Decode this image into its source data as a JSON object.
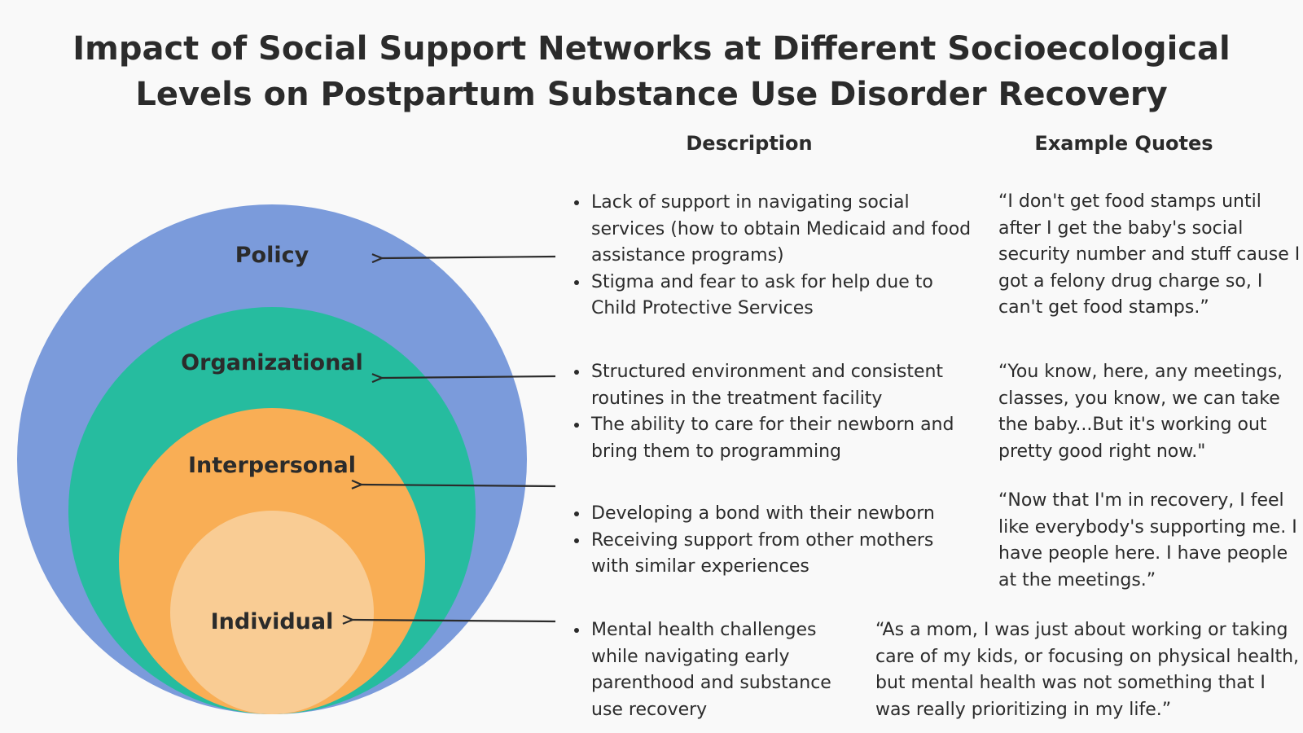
{
  "title_line1": "Impact of Social Support Networks at Different Socioecological",
  "title_line2": "Levels on Postpartum Substance Use Disorder Recovery",
  "headers": {
    "description": "Description",
    "quotes": "Example Quotes"
  },
  "colors": {
    "policy": "#7b9bdb",
    "organizational": "#26bc9f",
    "interpersonal": "#f9ae55",
    "individual": "#f9cc94",
    "text": "#2b2b2b"
  },
  "levels": [
    {
      "label": "Policy",
      "bullets": [
        "Lack of support in navigating social services (how to obtain Medicaid and food assistance programs)",
        "Stigma and fear to ask for help due to Child Protective Services"
      ],
      "quote": "“I don't get food stamps until after I get the baby's social security number and stuff cause I got a felony drug charge so, I can't get food stamps.”"
    },
    {
      "label": "Organizational",
      "bullets": [
        "Structured environment and consistent routines in the treatment facility",
        "The ability to care for their newborn and bring them to programming"
      ],
      "quote": "“You know, here, any meetings, classes, you know, we can take the baby...But it's working out pretty good right now.\""
    },
    {
      "label": "Interpersonal",
      "bullets": [
        "Developing a bond with their newborn",
        "Receiving support from other mothers with similar experiences"
      ],
      "quote": "“Now that I'm in recovery, I feel like everybody's supporting me. I have people here. I have people at the meetings.”"
    },
    {
      "label": "Individual",
      "bullets": [
        "Mental health challenges while navigating early parenthood and substance use recovery"
      ],
      "quote": "“As a mom, I was just about working or taking care of my kids, or focusing on physical health, but mental health was not something that I was really prioritizing in my life.”"
    }
  ]
}
